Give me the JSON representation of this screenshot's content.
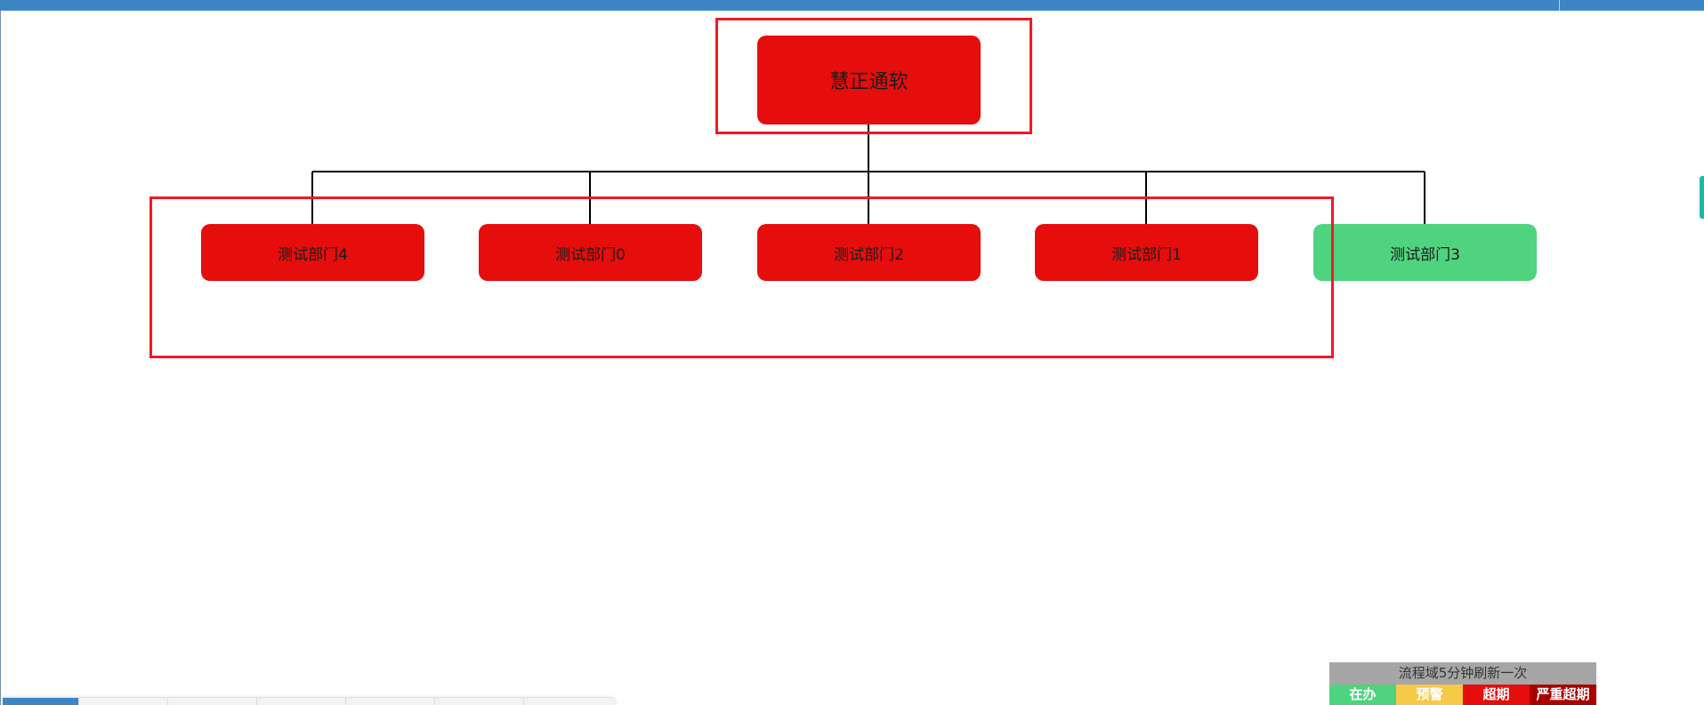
{
  "org_chart": {
    "root": {
      "label": "慧正通软",
      "color": "#e60d0d"
    },
    "children": [
      {
        "label": "测试部门4",
        "color": "#e60d0d"
      },
      {
        "label": "测试部门0",
        "color": "#e60d0d"
      },
      {
        "label": "测试部门2",
        "color": "#e60d0d"
      },
      {
        "label": "测试部门1",
        "color": "#e60d0d"
      },
      {
        "label": "测试部门3",
        "color": "#50d37f"
      }
    ]
  },
  "legend": {
    "title": "流程域5分钟刷新一次",
    "items": [
      {
        "label": "在办",
        "color": "#50d37f"
      },
      {
        "label": "预警",
        "color": "#f7c948"
      },
      {
        "label": "超期",
        "color": "#e60d0d"
      },
      {
        "label": "严重超期",
        "color": "#a80000"
      }
    ]
  },
  "colors": {
    "top_bar": "#3d86c6",
    "highlight": "#ee1b24",
    "connector": "#000000"
  }
}
